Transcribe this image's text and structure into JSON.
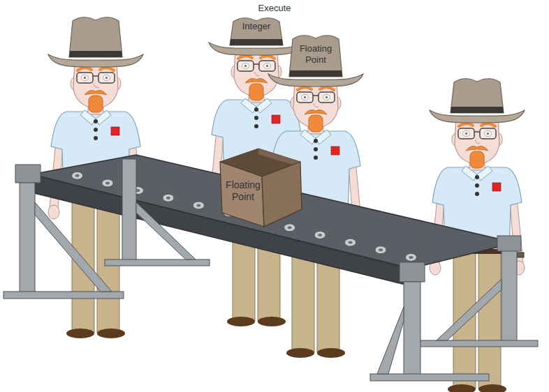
{
  "diagram": {
    "title": "Execute",
    "nodes": [
      {
        "text": [
          "Integer"
        ]
      },
      {
        "text": [
          "Floating Point"
        ]
      },
      {
        "text": [
          "Floating Point"
        ]
      }
    ]
  }
}
